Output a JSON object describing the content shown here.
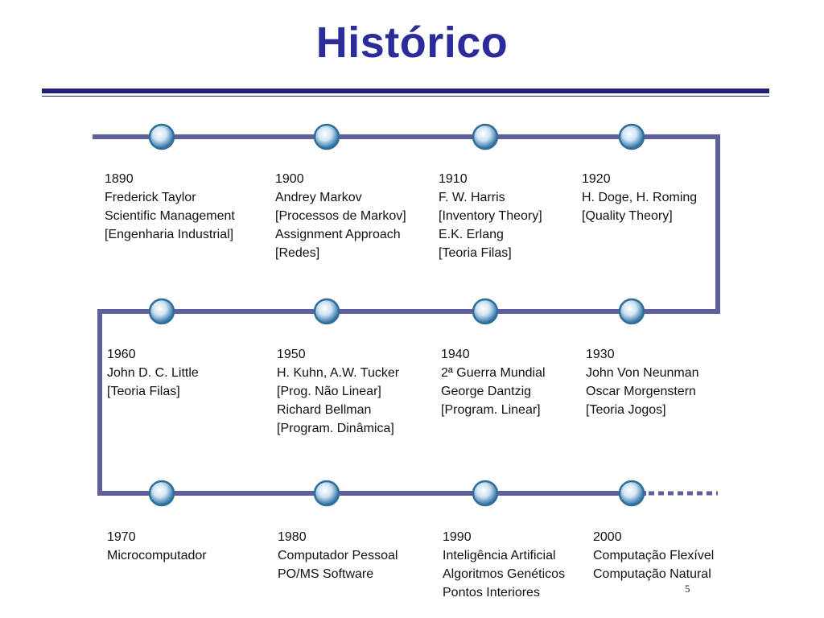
{
  "title": "Histórico",
  "page_number": "5",
  "rows": [
    {
      "events": [
        {
          "year": "1890",
          "lines": [
            "Frederick Taylor",
            "Scientific Management",
            "[Engenharia Industrial]"
          ]
        },
        {
          "year": "1900",
          "lines": [
            "Andrey Markov",
            "[Processos de Markov]",
            "Assignment Approach",
            "[Redes]"
          ]
        },
        {
          "year": "1910",
          "lines": [
            "F. W. Harris",
            "[Inventory Theory]",
            "E.K. Erlang",
            "[Teoria Filas]"
          ]
        },
        {
          "year": "1920",
          "lines": [
            "H. Doge, H. Roming",
            "[Quality Theory]"
          ]
        }
      ]
    },
    {
      "events": [
        {
          "year": "1960",
          "lines": [
            "John D. C. Little",
            "[Teoria Filas]"
          ]
        },
        {
          "year": "1950",
          "lines": [
            "H. Kuhn, A.W. Tucker",
            "[Prog. Não Linear]",
            "Richard Bellman",
            "[Program. Dinâmica]"
          ]
        },
        {
          "year": "1940",
          "lines": [
            "2ª Guerra Mundial",
            "George Dantzig",
            "[Program. Linear]"
          ]
        },
        {
          "year": "1930",
          "lines": [
            "John Von Neunman",
            "Oscar Morgenstern",
            "[Teoria Jogos]"
          ]
        }
      ]
    },
    {
      "events": [
        {
          "year": "1970",
          "lines": [
            "Microcomputador"
          ]
        },
        {
          "year": "1980",
          "lines": [
            "Computador Pessoal",
            "PO/MS Software"
          ]
        },
        {
          "year": "1990",
          "lines": [
            "Inteligência Artificial",
            "Algoritmos Genéticos",
            "Pontos Interiores"
          ]
        },
        {
          "year": "2000",
          "lines": [
            "Computação Flexível",
            "Computação Natural"
          ]
        }
      ]
    }
  ],
  "colors": {
    "title": "#2b2b9a",
    "path": "#5f5f9b",
    "node_outer": "#2f6f9a",
    "node_inner": "#e9f3fb"
  }
}
